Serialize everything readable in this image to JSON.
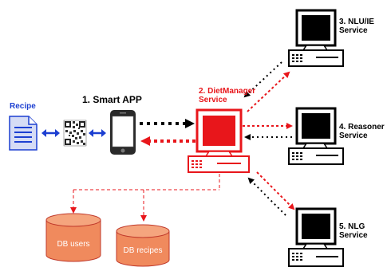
{
  "labels": {
    "recipe": "Recipe",
    "smart_app": "1. Smart APP",
    "diet_manager_line1": "2. DietManager",
    "diet_manager_line2": "Service",
    "nlu_line1": "3. NLU/IE",
    "nlu_line2": "Service",
    "reasoner_line1": "4. Reasoner",
    "reasoner_line2": "Service",
    "nlg_line1": "5. NLG",
    "nlg_line2": "Service",
    "db_users": "DB users",
    "db_recipes": "DB recipes"
  },
  "colors": {
    "red": "#e8161b",
    "blue": "#1c3fd1",
    "db_fill": "#f08a5d",
    "black": "#000000"
  }
}
